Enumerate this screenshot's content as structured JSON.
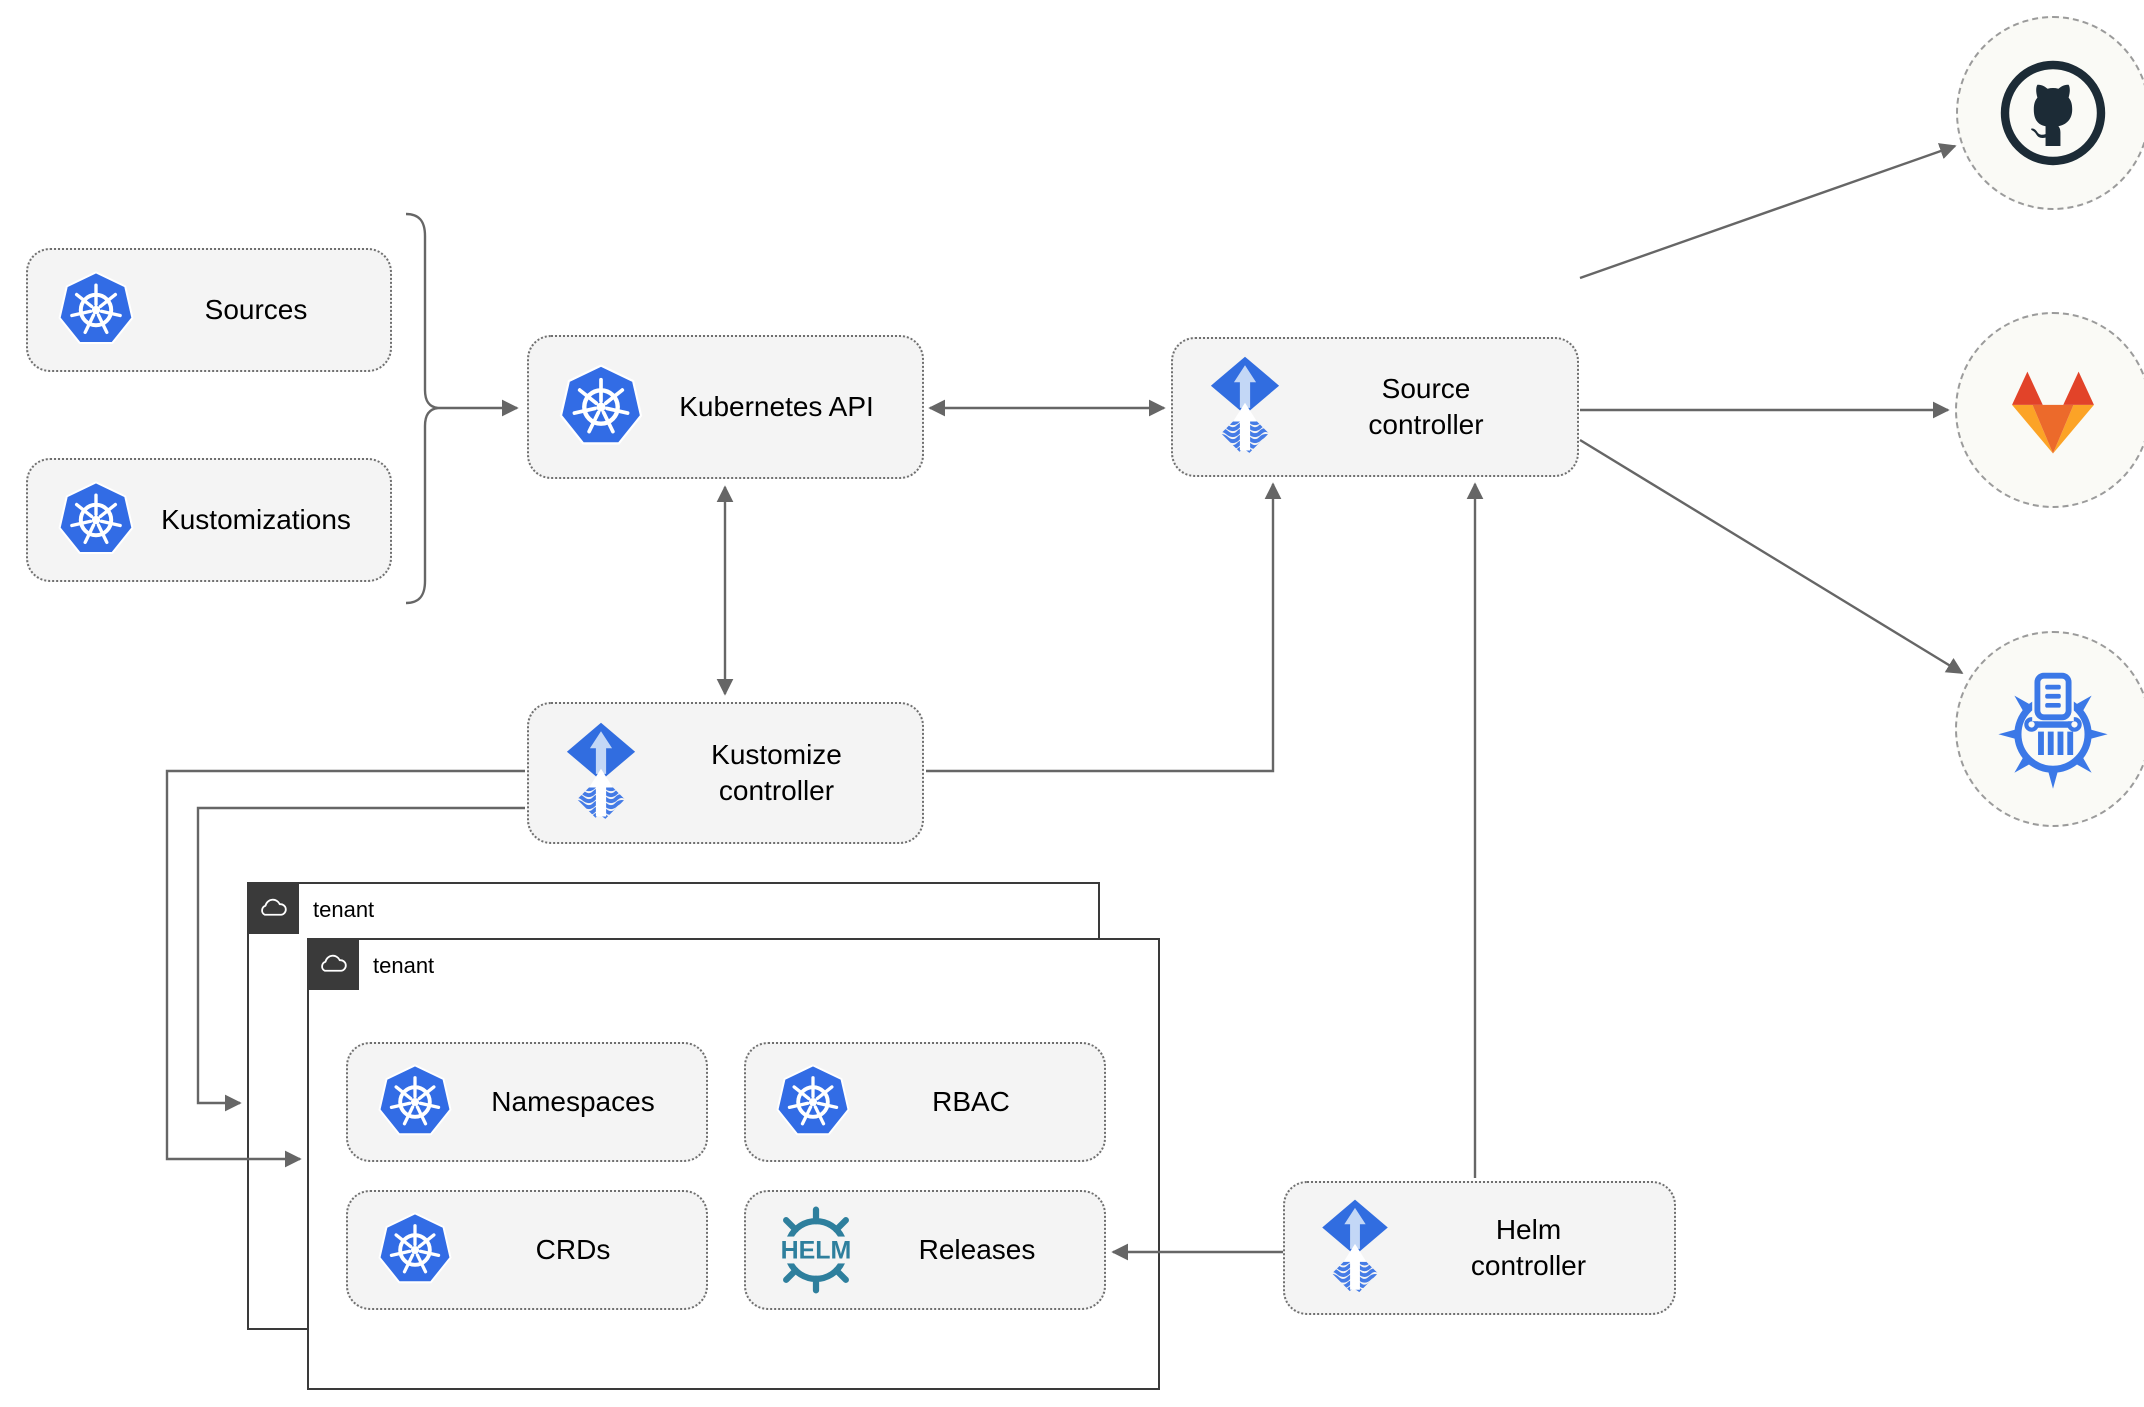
{
  "nodes": {
    "sources": {
      "label": "Sources",
      "icon": "kubernetes-icon"
    },
    "kustomizations": {
      "label": "Kustomizations",
      "icon": "kubernetes-icon"
    },
    "kubernetes_api": {
      "label": "Kubernetes API",
      "icon": "kubernetes-icon"
    },
    "source_controller": {
      "label": "Source controller",
      "icon": "flux-icon"
    },
    "kustomize_controller": {
      "label": "Kustomize controller",
      "icon": "flux-icon"
    },
    "helm_controller": {
      "label": "Helm controller",
      "icon": "flux-icon"
    },
    "namespaces": {
      "label": "Namespaces",
      "icon": "kubernetes-icon"
    },
    "rbac": {
      "label": "RBAC",
      "icon": "kubernetes-icon"
    },
    "crds": {
      "label": "CRDs",
      "icon": "kubernetes-icon"
    },
    "releases": {
      "label": "Releases",
      "icon": "helm-icon",
      "icon_text": "HELM"
    }
  },
  "tenants": [
    {
      "label": "tenant",
      "icon": "cloud-icon"
    },
    {
      "label": "tenant",
      "icon": "cloud-icon"
    }
  ],
  "remotes": [
    {
      "name": "github",
      "icon": "github-icon"
    },
    {
      "name": "gitlab",
      "icon": "gitlab-icon"
    },
    {
      "name": "helm-repository",
      "icon": "helm-repository-icon"
    }
  ],
  "colors": {
    "kubernetes_blue": "#326ce5",
    "flux_blue": "#316de0",
    "flux_arrow_light": "#c3d7f6",
    "helm_teal": "#2e7f9d",
    "github_dark": "#1c2b36",
    "gitlab_red": "#e24329",
    "gitlab_mid_orange": "#ec6a2b",
    "gitlab_light_orange": "#fca326",
    "registry_blue": "#3b78e7",
    "connector_gray": "#666666",
    "box_fill": "#f4f4f4",
    "tenant_border": "#3a3a3a"
  }
}
